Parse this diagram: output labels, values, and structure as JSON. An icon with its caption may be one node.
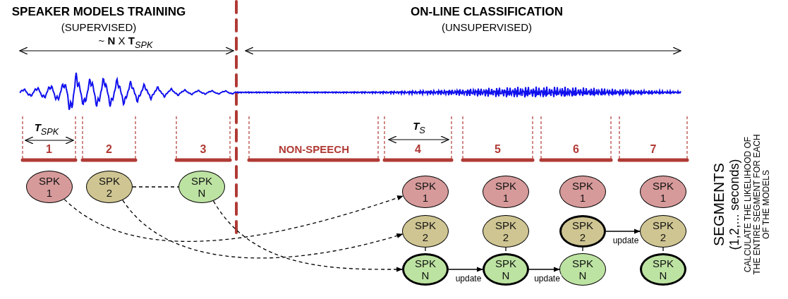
{
  "diagram": {
    "nodes": [
      {
        "text": [
          "SPK 1"
        ]
      },
      {
        "text": [
          "SPK 2"
        ]
      },
      {
        "text": [
          "SPK N"
        ]
      },
      {
        "text": [
          "SPK 1"
        ]
      },
      {
        "text": [
          "SPK 2"
        ]
      },
      {
        "text": [
          "SPK N"
        ]
      },
      {
        "text": [
          "SPK 1"
        ]
      },
      {
        "text": [
          "SPK 2"
        ]
      },
      {
        "text": [
          "SPK N"
        ]
      },
      {
        "text": [
          "SPK 1"
        ]
      },
      {
        "text": [
          "SPK 2"
        ]
      },
      {
        "text": [
          "SPK N"
        ]
      },
      {
        "text": [
          "SPK 1"
        ]
      },
      {
        "text": [
          "SPK 2"
        ]
      },
      {
        "text": [
          "SPK N"
        ]
      }
    ],
    "edges": [
      {
        "from": 0,
        "to": 3,
        "arrow": "to",
        "style": "dashed"
      },
      {
        "from": 1,
        "to": 4,
        "arrow": "to",
        "style": "dashed"
      },
      {
        "from": 2,
        "to": 5,
        "arrow": "to",
        "style": "dashed"
      },
      {
        "from": 1,
        "to": 2,
        "arrow": "none",
        "style": "dashed"
      },
      {
        "from": 4,
        "to": 5,
        "arrow": "none",
        "style": "dashed"
      },
      {
        "from": 7,
        "to": 8,
        "arrow": "none",
        "style": "dashed"
      },
      {
        "from": 10,
        "to": 11,
        "arrow": "none",
        "style": "dashed"
      },
      {
        "from": 13,
        "to": 14,
        "arrow": "none",
        "style": "dashed"
      },
      {
        "from": 5,
        "to": 8,
        "arrow": "to",
        "label": "update"
      },
      {
        "from": 8,
        "to": 11,
        "arrow": "to",
        "label": "update"
      },
      {
        "from": 10,
        "to": 13,
        "arrow": "to",
        "label": "update"
      }
    ],
    "labels": [
      "SPEAKER MODELS TRAINING",
      "(SUPERVISED)",
      "ON-LINE CLASSIFICATION",
      "(UNSUPERVISED)",
      "~ **N** X **T**$_{SPK}$",
      "**T**$_{SPK}$",
      "1",
      "2",
      "3",
      "**T**$_{S}$",
      "NON-SPEECH",
      "4",
      "5",
      "6",
      "7",
      "SEGMENTS",
      "(1,2,... seconds)",
      "CALCULATE THE LIKELIHOOD OF THE ENTIRE SEGMENT FOR EACH OF THE MODELS"
    ]
  }
}
